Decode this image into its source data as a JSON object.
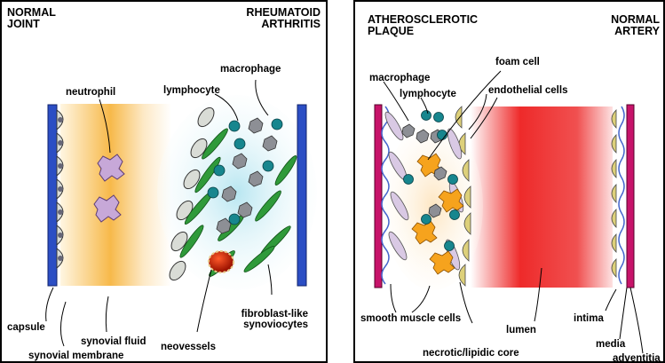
{
  "left_panel": {
    "title_left": "NORMAL\nJOINT",
    "title_right": "RHEUMATOID\nARTHRITIS",
    "labels": {
      "neutrophil": "neutrophil",
      "lymphocyte": "lymphocyte",
      "macrophage": "macrophage",
      "capsule": "capsule",
      "synovial_fluid": "synovial fluid",
      "synovial_membrane": "synovial membrane",
      "neovessels": "neovessels",
      "fibroblast": "fibroblast-like\nsynoviocytes"
    }
  },
  "right_panel": {
    "title_left": "ATHEROSCLEROTIC\nPLAQUE",
    "title_right": "NORMAL\nARTERY",
    "labels": {
      "macrophage": "macrophage",
      "lymphocyte": "lymphocyte",
      "foam_cell": "foam cell",
      "endothelial": "endothelial cells",
      "smooth_muscle": "smooth muscle cells",
      "lumen": "lumen",
      "intima": "intima",
      "media": "media",
      "adventitia": "adventitia",
      "necrotic_core": "necrotic/lipidic core"
    }
  },
  "colors": {
    "capsule_blue": "#2b4ec4",
    "fluid_orange": "#f7b94a",
    "rheum_teal": "#9fd8e8",
    "fibroblast_green": "#2f9a3a",
    "neutrophil_purple": "#c7a8d8",
    "lymphocyte_teal": "#17868e",
    "macrophage_gray": "#8d8f95",
    "lumen_red": "#ee2a2a",
    "artery_wall": "#c7136a",
    "foam_orange": "#f6a31d"
  }
}
